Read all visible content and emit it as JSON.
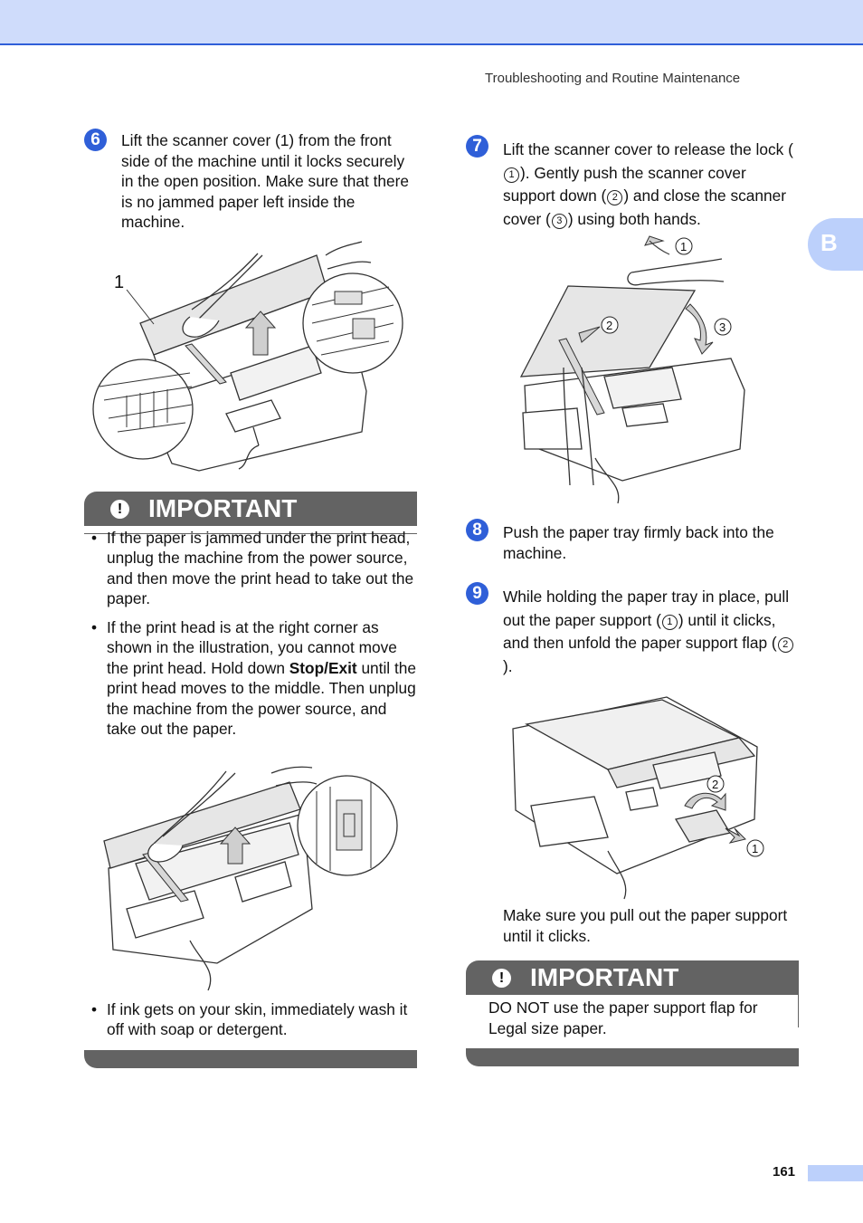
{
  "header": {
    "running_head": "Troubleshooting and Routine Maintenance",
    "side_tab": "B"
  },
  "steps": {
    "s6": {
      "num": "6",
      "text": "Lift the scanner cover (1) from the front side of the machine until it locks securely in the open position. Make sure that there is no jammed paper left inside the machine."
    },
    "s7": {
      "num": "7",
      "t1": "Lift the scanner cover to release the lock (",
      "c1": "1",
      "t2": "). Gently push the scanner cover support down (",
      "c2": "2",
      "t3": ") and close the scanner cover (",
      "c3": "3",
      "t4": ") using both hands."
    },
    "s8": {
      "num": "8",
      "text": "Push the paper tray firmly back into the machine."
    },
    "s9": {
      "num": "9",
      "t1": "While holding the paper tray in place, pull out the paper support (",
      "c1": "1",
      "t2": ") until it clicks, and then unfold the paper support flap (",
      "c2": "2",
      "t3": ")."
    },
    "s9_note": "Make sure you pull out the paper support until it clicks."
  },
  "figures": {
    "fig1_callout": "1",
    "fig2_c1": "1",
    "fig2_c2": "2",
    "fig2_c3": "3",
    "fig4_c1": "1",
    "fig4_c2": "2"
  },
  "important_left": {
    "label": "IMPORTANT",
    "bullet1": "If the paper is jammed under the print head, unplug the machine from the power source, and then move the print head to take out the paper.",
    "bullet2_a": "If the print head is at the right corner as shown in the illustration, you cannot move the print head. Hold down ",
    "bullet2_bold": "Stop/Exit",
    "bullet2_b": " until the print head moves to the middle. Then unplug the machine from the power source, and take out the paper.",
    "bullet3": "If ink gets on your skin, immediately wash it off with soap or detergent."
  },
  "important_right": {
    "label": "IMPORTANT",
    "text": "DO NOT use the paper support flap for Legal size paper."
  },
  "footer": {
    "page_number": "161"
  }
}
